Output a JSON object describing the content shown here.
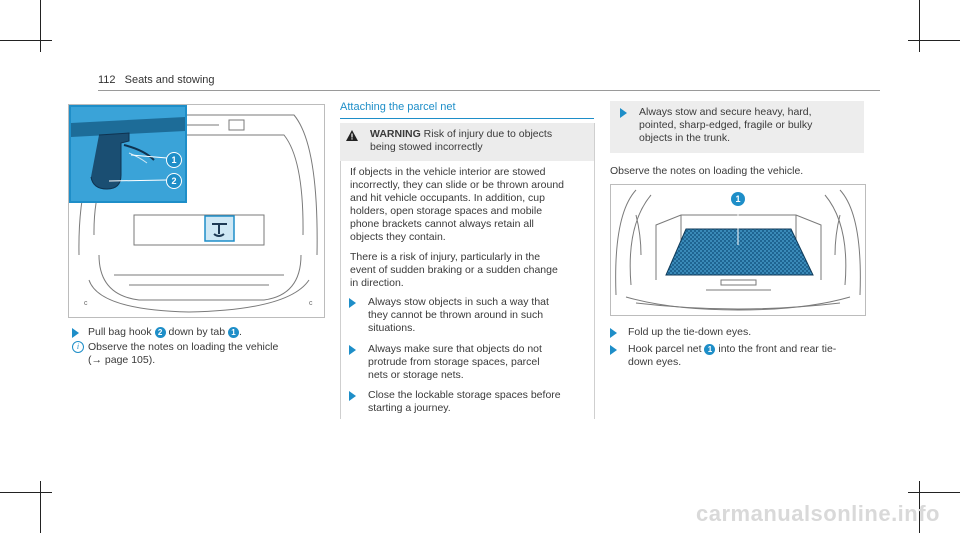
{
  "header": {
    "page_number": "112",
    "section": "Seats and stowing"
  },
  "left": {
    "step1": {
      "text_a": "Pull bag hook ",
      "badge_a": "2",
      "text_b": " down by tab ",
      "badge_b": "1",
      "text_c": "."
    },
    "info": {
      "line1": "Observe the notes on loading the vehicle",
      "line2": "(→ page 105)."
    },
    "figure_callouts": [
      "1",
      "2"
    ]
  },
  "middle": {
    "section_title": "Attaching the parcel net",
    "warning": {
      "label": "WARNING",
      "line1": "Risk of injury due to objects",
      "line2": "being stowed incorrectly"
    },
    "para1": [
      "If objects in the vehicle interior are stowed",
      "incorrectly, they can slide or be thrown around",
      "and hit vehicle occupants. In addition, cup",
      "holders, open storage spaces and mobile",
      "phone brackets cannot always retain all",
      "objects they contain."
    ],
    "para2": [
      "There is a risk of injury, particularly in the",
      "event of sudden braking or a sudden change",
      "in direction."
    ],
    "bullets": [
      [
        "Always stow objects in such a way that",
        "they cannot be thrown around in such",
        "situations."
      ],
      [
        "Always make sure that objects do not",
        "protrude from storage spaces, parcel",
        "nets or storage nets."
      ],
      [
        "Close the lockable storage spaces before",
        "starting a journey."
      ]
    ]
  },
  "right": {
    "info_bullet": [
      "Always stow and secure heavy, hard,",
      "pointed, sharp-edged, fragile or bulky",
      "objects in the trunk."
    ],
    "observe": "Observe the notes on loading the vehicle.",
    "figure_callout": "1",
    "steps": [
      {
        "text": "Fold up the tie-down eyes."
      },
      {
        "text_a": "Hook parcel net ",
        "badge": "1",
        "text_b": " into the front and rear tie-",
        "line2": "down eyes."
      }
    ]
  },
  "watermark": "carmanualsonline.info",
  "colors": {
    "accent": "#1e8ec8",
    "net": "#1b5f8c"
  }
}
